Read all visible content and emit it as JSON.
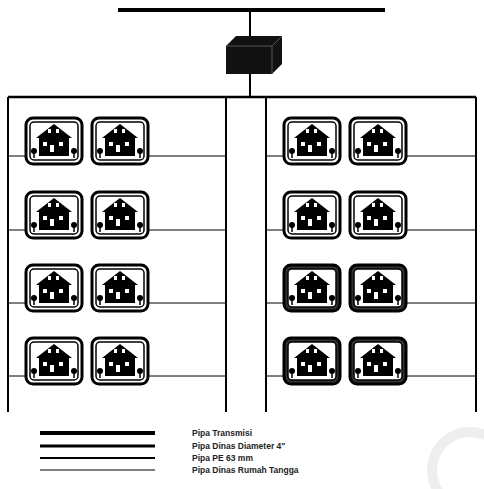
{
  "diagram": {
    "legend": [
      {
        "text": "Pipa Transmisi"
      },
      {
        "text": "Pipa Dinas Diameter 4\""
      },
      {
        "text": "Pipa PE 63 mm"
      },
      {
        "text": "Pipa Dinas Rumah Tangga"
      }
    ]
  }
}
